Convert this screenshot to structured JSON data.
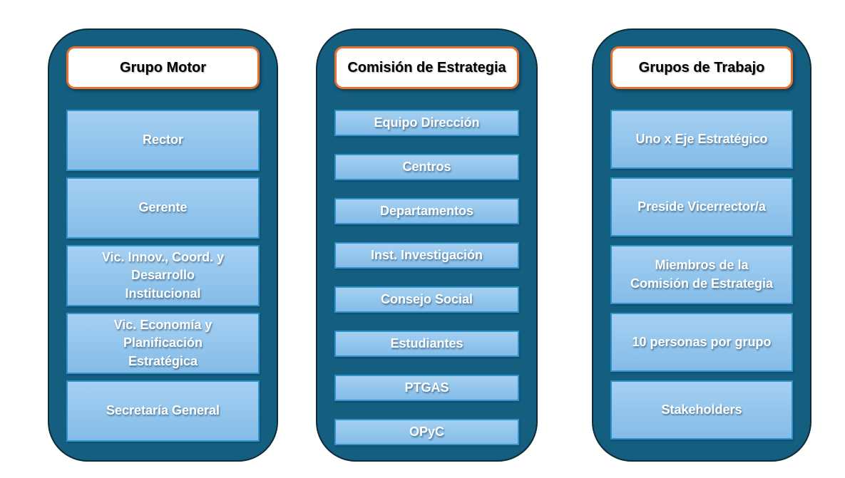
{
  "columns": [
    {
      "header": "Grupo Motor",
      "items": [
        "Rector",
        "Gerente",
        "Vic. Innov., Coord. y\nDesarrollo\nInstitucional",
        "Vic. Economía y\nPlanificación\nEstratégica",
        "Secretaría General"
      ]
    },
    {
      "header": "Comisión de Estrategia",
      "items": [
        "Equipo Dirección",
        "Centros",
        "Departamentos",
        "Inst. Investigación",
        "Consejo Social",
        "Estudiantes",
        "PTGAS",
        "OPyC"
      ]
    },
    {
      "header": "Grupos de Trabajo",
      "items": [
        "Uno x Eje Estratégico",
        "Preside Vicerrector/a",
        "Miembros de la\nComisión de Estrategia",
        "10 personas por grupo",
        "Stakeholders"
      ]
    }
  ],
  "colors": {
    "container_fill": "#145E80",
    "container_outline": "#0C2B3B",
    "header_fill": "#FFFFFF",
    "header_border": "#E97132",
    "header_text": "#000000",
    "item_fill_top": "#A5D0F2",
    "item_fill_bottom": "#84BCE7",
    "item_border": "#2E93CE",
    "item_text": "#FFFFFF"
  }
}
